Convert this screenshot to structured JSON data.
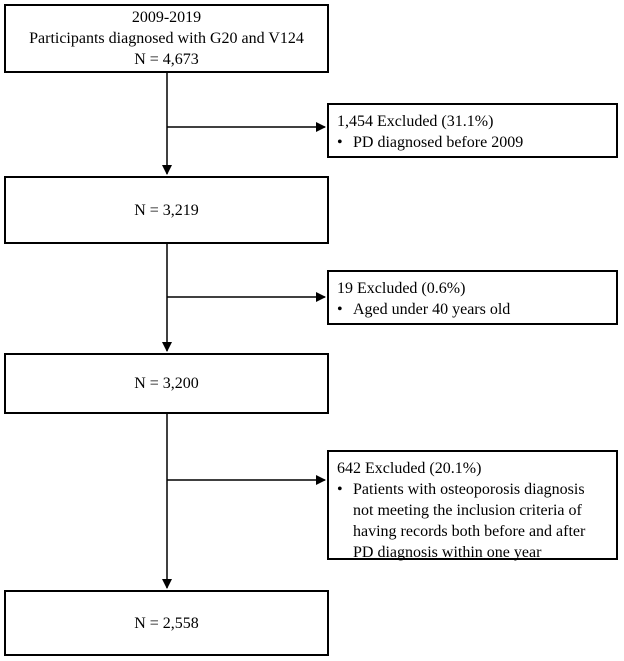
{
  "boxes": {
    "start": {
      "line1": "2009-2019",
      "line2": "Participants diagnosed with G20 and V124",
      "line3": "N = 4,673"
    },
    "step1": {
      "text": "N = 3,219"
    },
    "step2": {
      "text": "N = 3,200"
    },
    "final": {
      "text": "N = 2,558"
    }
  },
  "exclusions": [
    {
      "header": "1,454 Excluded (31.1%)",
      "bullet": "•",
      "reason": "PD diagnosed before 2009"
    },
    {
      "header": "19 Excluded (0.6%)",
      "bullet": "•",
      "reason": "Aged under 40 years old"
    },
    {
      "header": "642 Excluded (20.1%)",
      "bullet": "•",
      "reason": "Patients with osteoporosis diagnosis not meeting the inclusion criteria of having records both before and after PD diagnosis within one year"
    }
  ]
}
